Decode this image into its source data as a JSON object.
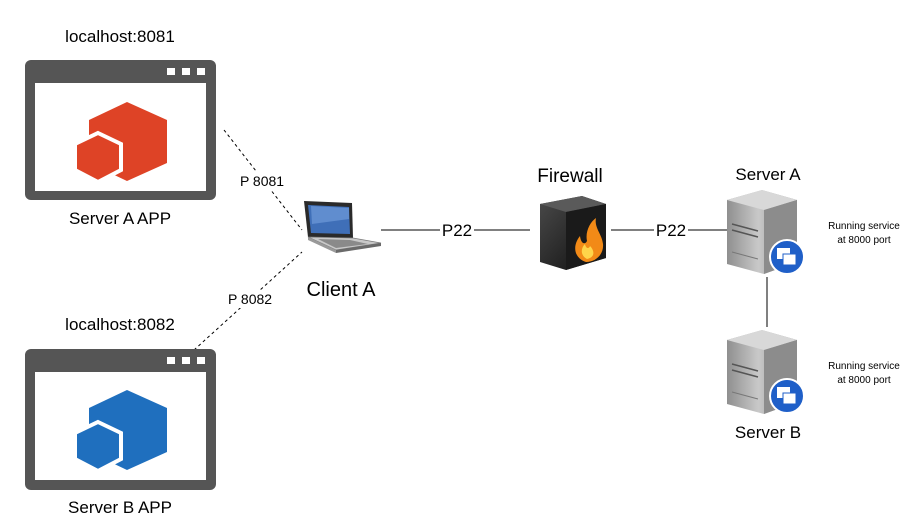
{
  "colors": {
    "window_frame": "#555555",
    "app_a": "#de4326",
    "app_b": "#1f6fbe",
    "server_body": "#b7b7b7",
    "service_badge": "#1f5fc8",
    "line": "#000000",
    "firewall_flame": "#f28a17"
  },
  "nodes": {
    "app_a": {
      "host": "localhost:8081",
      "label": "Server A APP",
      "icon": "hexagon-app-icon"
    },
    "app_b": {
      "host": "localhost:8082",
      "label": "Server B APP",
      "icon": "hexagon-app-icon"
    },
    "client": {
      "label": "Client A",
      "icon": "laptop-icon"
    },
    "firewall": {
      "label": "Firewall",
      "icon": "firewall-icon"
    },
    "server_a": {
      "label": "Server A",
      "note_line1": "Running service",
      "note_line2": "at 8000 port",
      "icon": "server-icon"
    },
    "server_b": {
      "label": "Server B",
      "note_line1": "Running service",
      "note_line2": "at 8000 port",
      "icon": "server-icon"
    }
  },
  "edges": {
    "app_a_client": "P 8081",
    "app_b_client": "P 8082",
    "client_firewall": "P22",
    "firewall_server_a": "P22"
  }
}
